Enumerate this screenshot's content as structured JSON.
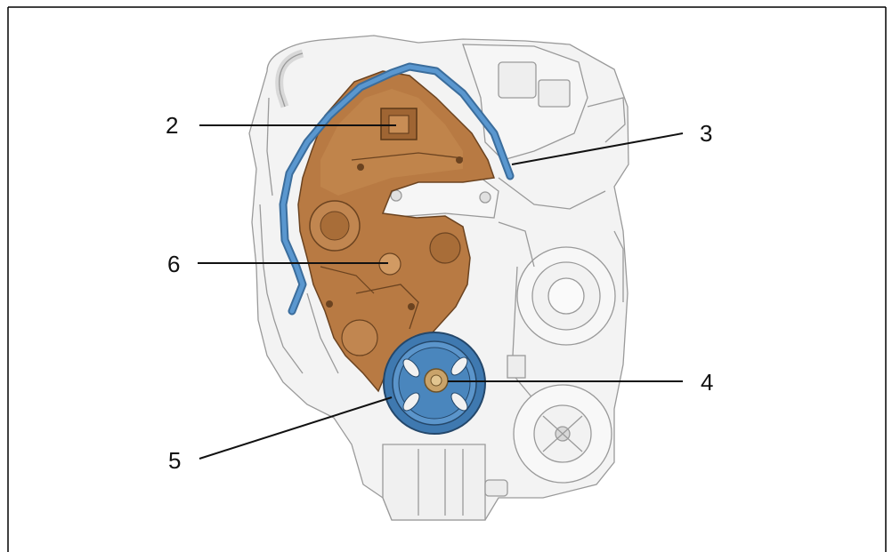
{
  "callouts": [
    {
      "id": "2",
      "label": "2"
    },
    {
      "id": "3",
      "label": "3"
    },
    {
      "id": "6",
      "label": "6"
    },
    {
      "id": "4",
      "label": "4"
    },
    {
      "id": "5",
      "label": "5"
    }
  ],
  "colors": {
    "cover": "#b87a43",
    "cover_shadow": "#8f5a2c",
    "gasket": "#4a86bd",
    "pulley": "#4c87bd",
    "hub": "#c9a36a",
    "engine_line": "#9a9a9a",
    "engine_fill": "#f3f3f3",
    "frame": "#000000"
  }
}
